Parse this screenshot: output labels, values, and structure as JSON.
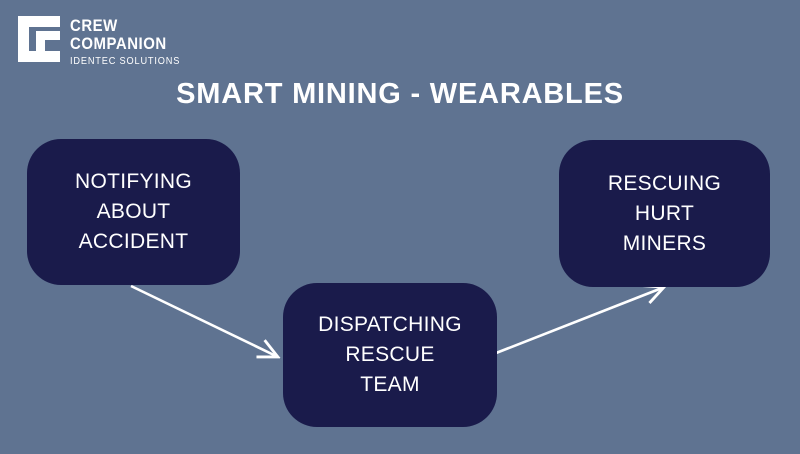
{
  "slide": {
    "background_color": "#5f7391",
    "node_color": "#1a1b4b",
    "text_color": "#ffffff",
    "title": "SMART MINING - WEARABLES"
  },
  "logo": {
    "mark_name": "crew-companion-logo-mark",
    "line1": "CREW",
    "line2": "COMPANION",
    "tagline": "IDENTEC SOLUTIONS"
  },
  "diagram": {
    "nodes": [
      {
        "id": "notify",
        "label": "NOTIFYING\nABOUT\nACCIDENT"
      },
      {
        "id": "dispatch",
        "label": "DISPATCHING\nRESCUE\nTEAM"
      },
      {
        "id": "rescue",
        "label": "RESCUING\nHURT\nMINERS"
      }
    ],
    "connectors": [
      {
        "id": "notify-to-dispatch",
        "from": "notify",
        "to": "dispatch",
        "style": "arrow",
        "color": "#ffffff"
      },
      {
        "id": "dispatch-to-rescue",
        "from": "dispatch",
        "to": "rescue",
        "style": "arrow",
        "color": "#ffffff"
      }
    ]
  }
}
